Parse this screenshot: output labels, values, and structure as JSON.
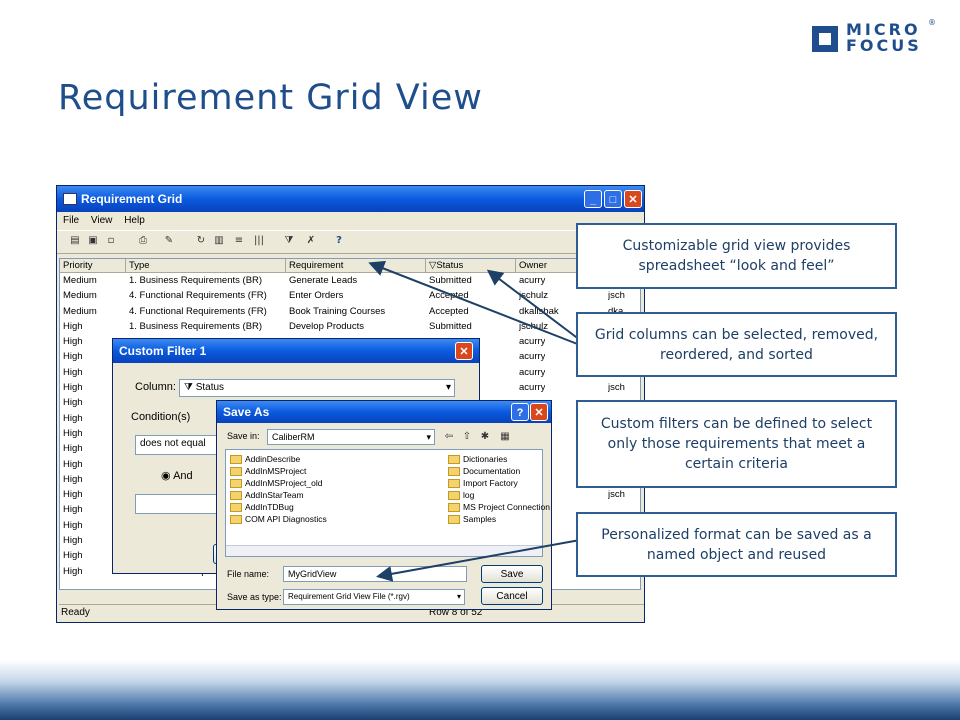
{
  "slide_title": "Requirement Grid View",
  "logo": {
    "line1": "MICRO",
    "line2": "FOCUS",
    "reg": "®"
  },
  "window": {
    "title": "Requirement Grid",
    "menu": [
      "File",
      "View",
      "Help"
    ],
    "columns": [
      "Priority",
      "Type",
      "Requirement",
      "Status",
      "Owner"
    ],
    "rows": [
      [
        "Medium",
        "1. Business Requirements (BR)",
        "Generate Leads",
        "Submitted",
        "acurry",
        ""
      ],
      [
        "Medium",
        "4. Functional Requirements (FR)",
        "Enter Orders",
        "Accepted",
        "jschulz",
        "jsch"
      ],
      [
        "Medium",
        "4. Functional Requirements (FR)",
        "Book Training Courses",
        "Accepted",
        "dkalisbak",
        "dka"
      ],
      [
        "High",
        "1. Business Requirements (BR)",
        "Develop Products",
        "Submitted",
        "jschulz",
        ""
      ],
      [
        "High",
        "",
        "",
        "",
        "acurry",
        ""
      ],
      [
        "High",
        "",
        "",
        "",
        "acurry",
        ""
      ],
      [
        "High",
        "",
        "",
        "",
        "acurry",
        ""
      ],
      [
        "High",
        "",
        "",
        "",
        "acurry",
        "jsch"
      ],
      [
        "High",
        "",
        "",
        "",
        "acurry",
        ""
      ],
      [
        "High",
        "",
        "",
        "",
        "",
        ""
      ],
      [
        "High",
        "",
        "",
        "",
        "",
        ""
      ],
      [
        "High",
        "",
        "",
        "",
        "",
        ""
      ],
      [
        "High",
        "",
        "",
        "",
        "",
        ""
      ],
      [
        "High",
        "",
        "",
        "",
        "",
        "jsch"
      ],
      [
        "High",
        "",
        "",
        "",
        "",
        "jsch"
      ],
      [
        "High",
        "",
        "",
        "",
        "",
        ""
      ],
      [
        "High",
        "",
        "",
        "",
        "",
        ""
      ],
      [
        "High",
        "",
        "",
        "",
        "",
        "k"
      ],
      [
        "High",
        "",
        "",
        "",
        "",
        "k"
      ],
      [
        "High",
        "1. Functional Requi...",
        "",
        "",
        "",
        ""
      ]
    ],
    "status_left": "Ready",
    "status_pos": "Row 8 of 52"
  },
  "filter_dialog": {
    "title": "Custom Filter 1",
    "column_label": "Column:",
    "column_value": "Status",
    "conditions_label": "Condition(s)",
    "condition_value": "does not equal",
    "and_label": "And"
  },
  "saveas_dialog": {
    "title": "Save As",
    "save_in_label": "Save in:",
    "save_in_value": "CaliberRM",
    "folders_left": [
      "AddinDescribe",
      "AddInMSProject",
      "AddInMSProject_old",
      "AddInStarTeam",
      "AddInTDBug",
      "COM API Diagnostics"
    ],
    "folders_right": [
      "Dictionaries",
      "Documentation",
      "Import Factory",
      "log",
      "MS Project Connection",
      "Samples"
    ],
    "file_name_label": "File name:",
    "file_name_value": "MyGridView",
    "type_label": "Save as type:",
    "type_value": "Requirement Grid View File (*.rgv)",
    "save_button": "Save",
    "cancel_button": "Cancel"
  },
  "callouts": [
    "Customizable grid view provides spreadsheet “look and feel”",
    "Grid columns can be selected, removed, reordered, and sorted",
    "Custom filters can be defined to select only those requirements that meet a certain criteria",
    "Personalized format can be saved as a named object and reused"
  ],
  "colors": {
    "title": "#1f4e8c",
    "callout_border": "#2e5d94",
    "xp_title": "#0a5ae0"
  }
}
